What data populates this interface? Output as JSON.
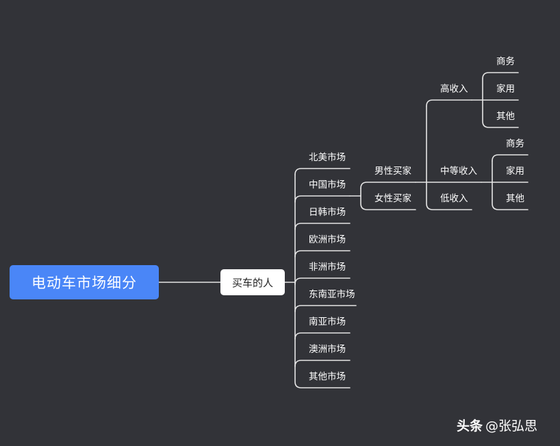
{
  "root": "电动车市场细分",
  "child": "买车的人",
  "markets": [
    "北美市场",
    "中国市场",
    "日韩市场",
    "欧洲市场",
    "非洲市场",
    "东南亚市场",
    "南亚市场",
    "澳洲市场",
    "其他市场"
  ],
  "buyers": [
    "男性买家",
    "女性买家"
  ],
  "income": [
    "高收入",
    "中等收入",
    "低收入"
  ],
  "high_income_uses": [
    "商务",
    "家用",
    "其他"
  ],
  "mid_income_uses": [
    "商务",
    "家用",
    "其他"
  ],
  "watermark": {
    "brand": "头条",
    "handle": "@张弘思"
  },
  "colors": {
    "background": "#323338",
    "root": "#4a86f7",
    "line": "#e6e6e6",
    "text": "#ffffff"
  }
}
